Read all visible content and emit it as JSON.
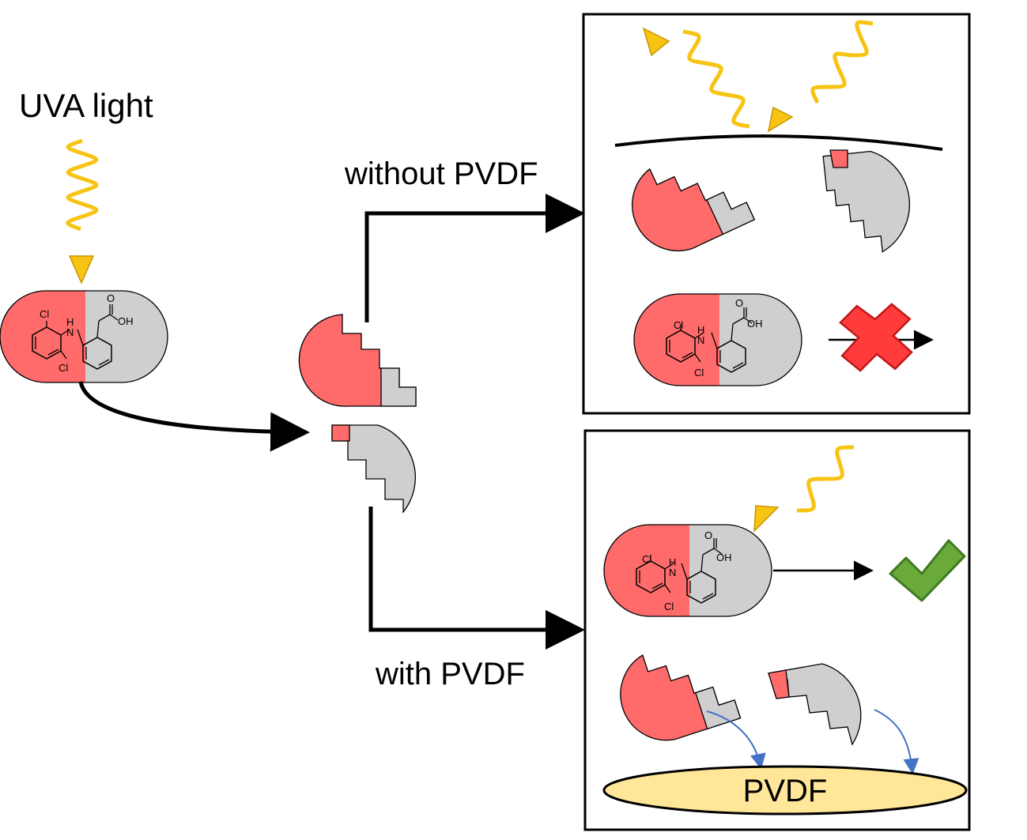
{
  "labels": {
    "uva_light": "UVA light",
    "without_pvdf": "without PVDF",
    "with_pvdf": "with PVDF",
    "pvdf_disk": "PVDF"
  },
  "chem": {
    "cl_top": "Cl",
    "cl_bottom": "Cl",
    "nh": "H\nN",
    "n": "N",
    "h": "H",
    "o": "O",
    "oh": "OH"
  },
  "colors": {
    "red_part": "#ff6b6b",
    "grey_part": "#d0cfcf",
    "uv_wave": "#f7c414",
    "uv_head": "#e8a800",
    "cross": "#ff3b3b",
    "check": "#6aaa3a",
    "adsorb_arrow": "#4472c4",
    "pvdf_fill": "#ffe699"
  },
  "icons": [
    "uv-wave-icon",
    "cross-icon",
    "check-icon",
    "arrow-icon"
  ]
}
